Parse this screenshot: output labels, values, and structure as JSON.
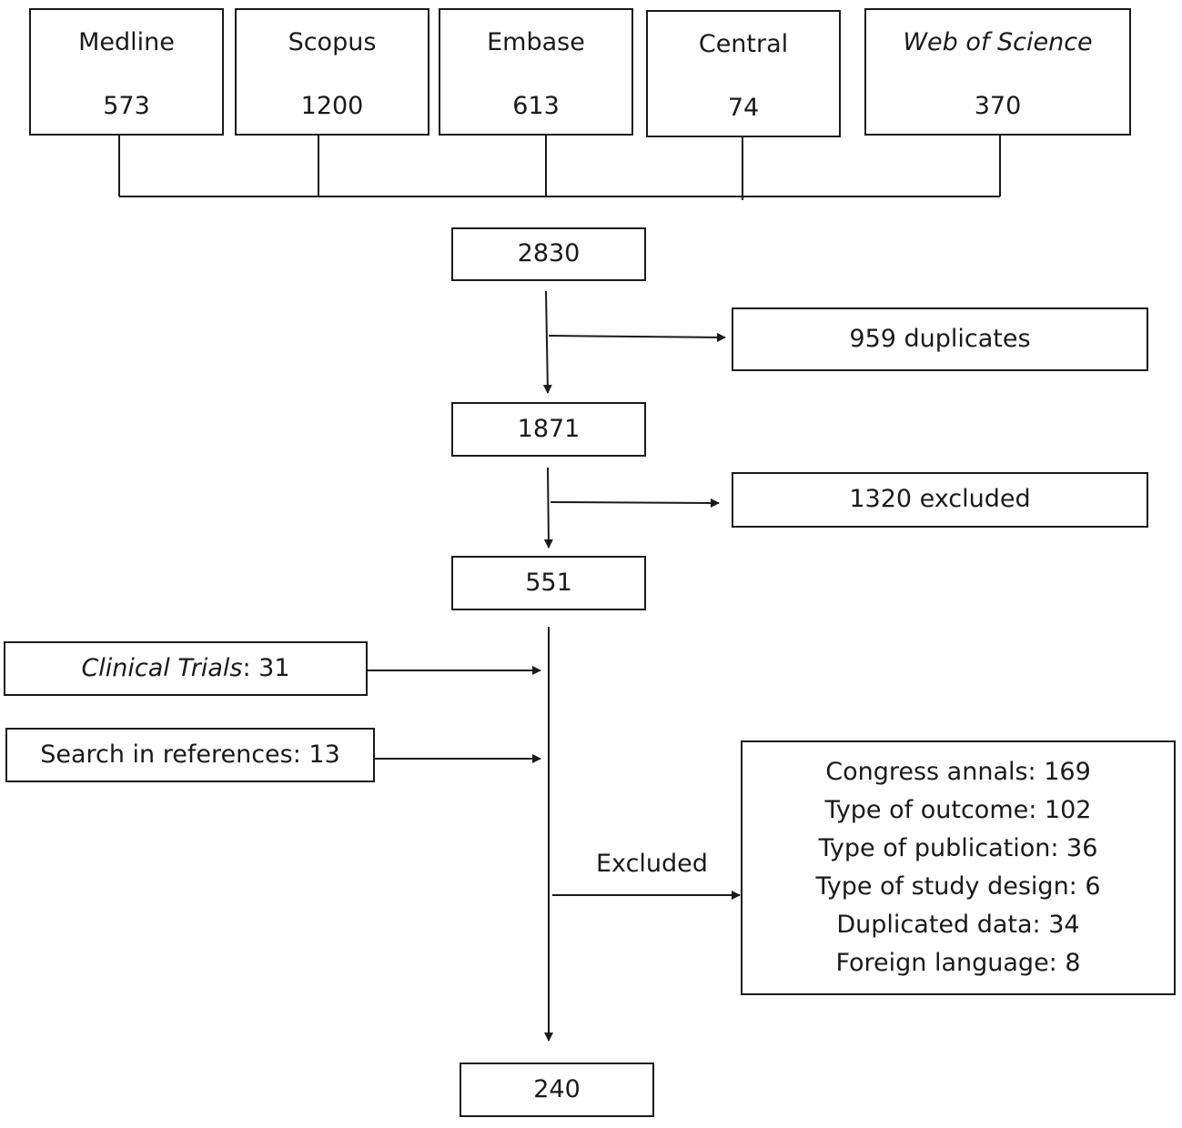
{
  "sources": [
    {
      "name": "Medline",
      "count": "573"
    },
    {
      "name": "Scopus",
      "count": "1200"
    },
    {
      "name": "Embase",
      "count": "613"
    },
    {
      "name": "Central",
      "count": "74"
    },
    {
      "name": "Web of Science",
      "count": "370"
    }
  ],
  "flow": {
    "total": "2830",
    "duplicates": "959 duplicates",
    "after_dedup": "1871",
    "excluded_1": "1320 excluded",
    "screened": "551",
    "final": "240"
  },
  "additional": {
    "clinical_trials_name": "Clinical Trials",
    "clinical_trials_count": ": 31",
    "references": "Search in references: 13"
  },
  "excluded_label": "Excluded",
  "excluded_reasons": [
    "Congress annals: 169",
    "Type of outcome: 102",
    "Type of publication: 36",
    "Type of study design: 6",
    "Duplicated data: 34",
    "Foreign language: 8"
  ]
}
